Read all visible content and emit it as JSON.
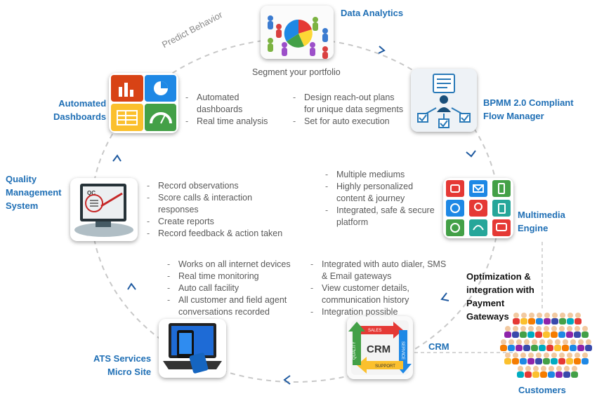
{
  "nodes": {
    "data_analytics": "Data Analytics",
    "bpmm": [
      "BPMM 2.0 Compliant",
      "Flow Manager"
    ],
    "multimedia": [
      "Multimedia",
      "Engine"
    ],
    "crm": "CRM",
    "ats": [
      "ATS Services",
      "Micro Site"
    ],
    "qms": [
      "Quality",
      "Management",
      "System"
    ],
    "dashboards": [
      "Automated",
      "Dashboards"
    ]
  },
  "arc_labels": {
    "predict": "Predict Behavior",
    "segment": "Segment your  portfolio"
  },
  "bullets": {
    "dashboards": [
      "Automated",
      "dashboards",
      "Real time analysis"
    ],
    "bpmm": [
      "Design reach-out plans",
      "for unique data segments",
      "Set for auto execution"
    ],
    "multimedia": [
      "Multiple mediums",
      "Highly personalized",
      "content  & journey",
      "Integrated, safe & secure",
      "platform"
    ],
    "qms": [
      "Record observations",
      "Score calls  & interaction",
      "responses",
      "Create reports",
      "Record feedback & action taken"
    ],
    "ats": [
      "Works on all internet devices",
      "Real time monitoring",
      "Auto call facility",
      "All customer and field agent",
      "conversations recorded"
    ],
    "crm": [
      "Integrated with auto dialer, SMS",
      "& Email gateways",
      "View customer details,",
      "communication history",
      "Integration possible"
    ]
  },
  "optimization": [
    "Optimization &",
    "integration with",
    "Payment",
    "Gateways"
  ],
  "customers": "Customers",
  "crm_badge": {
    "center": "CRM",
    "sales": "SALES",
    "service": "SERVICE",
    "support": "SUPPORT",
    "quality": "QUALITY"
  },
  "qms_badge": "QC",
  "colors": {
    "title_blue": "#1f6fb5",
    "arrow_blue": "#1f5aa0",
    "ring_gray": "#c8c8c8"
  }
}
